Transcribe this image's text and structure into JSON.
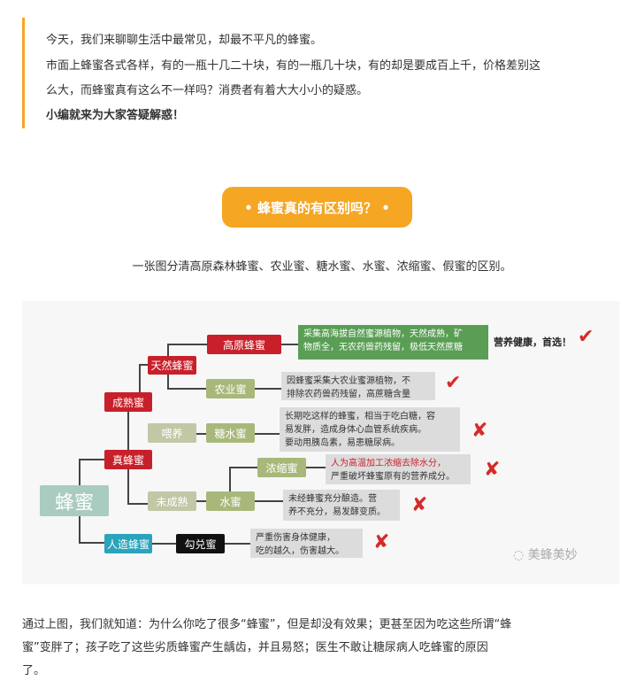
{
  "intro": {
    "lines": [
      "今天，我们来聊聊生活中最常见，却最不平凡的蜂蜜。",
      "市面上蜂蜜各式各样，有的一瓶十几二十块，有的一瓶几十块，有的却是要成百上千，价格差别这",
      "么大，而蜂蜜真有这么不一样吗？消费者有着大大小小的疑惑。",
      "小编就来为大家答疑解惑！"
    ]
  },
  "section_title": "• 蜂蜜真的有区别吗？ •",
  "caption": "一张图分清高原森林蜂蜜、农业蜜、糖水蜜、水蜜、浓缩蜜、假蜜的区别。",
  "diagram": {
    "root": "蜂蜜",
    "real": "真蜂蜜",
    "mature": "成熟蜜",
    "natural": "天然蜂蜜",
    "plateau": "高原蜂蜜",
    "agri": "农业蜜",
    "feed": "喂养",
    "sugar": "糖水蜜",
    "conc": "浓缩蜜",
    "immature": "未成熟",
    "water": "水蜜",
    "fake": "人造蜂蜜",
    "blend": "勾兑蜜",
    "plateau_desc": [
      "采集高海拔自然蜜源植物，天然成熟，矿",
      "物质全，无农药兽药残留，极低天然蔗糖"
    ],
    "plateau_verdict": "营养健康，首选！",
    "agri_desc": [
      "因蜂蜜采集大农业蜜源植物，不",
      "排除农药兽药残留，高蔗糖含量"
    ],
    "sugar_desc": [
      "长期吃这样的蜂蜜，相当于吃白糖，容",
      "易发胖，造成身体心血管系统疾病。",
      "要动用胰岛素，易患糖尿病。"
    ],
    "conc_desc": [
      "人为高温加工浓缩去除水分，",
      "严重破坏蜂蜜原有的营养成分。"
    ],
    "water_desc": [
      "未经蜂蜜充分酿造。营",
      "养不充分，易发酵变质。"
    ],
    "blend_desc": [
      "严重伤害身体健康，",
      "吃的越久，伤害越大。"
    ],
    "watermark": "美蜂美妙",
    "check": "✔",
    "cross": "✘"
  },
  "outro": {
    "lines": [
      "通过上图，我们就知道：为什么你吃了很多“蜂蜜”，但是却没有效果；更甚至因为吃这些所谓“蜂",
      "蜜”变胖了；孩子吃了这些劣质蜂蜜产生龋齿，并且易怒；医生不敢让糖尿病人吃蜂蜜的原因",
      "了。"
    ]
  }
}
